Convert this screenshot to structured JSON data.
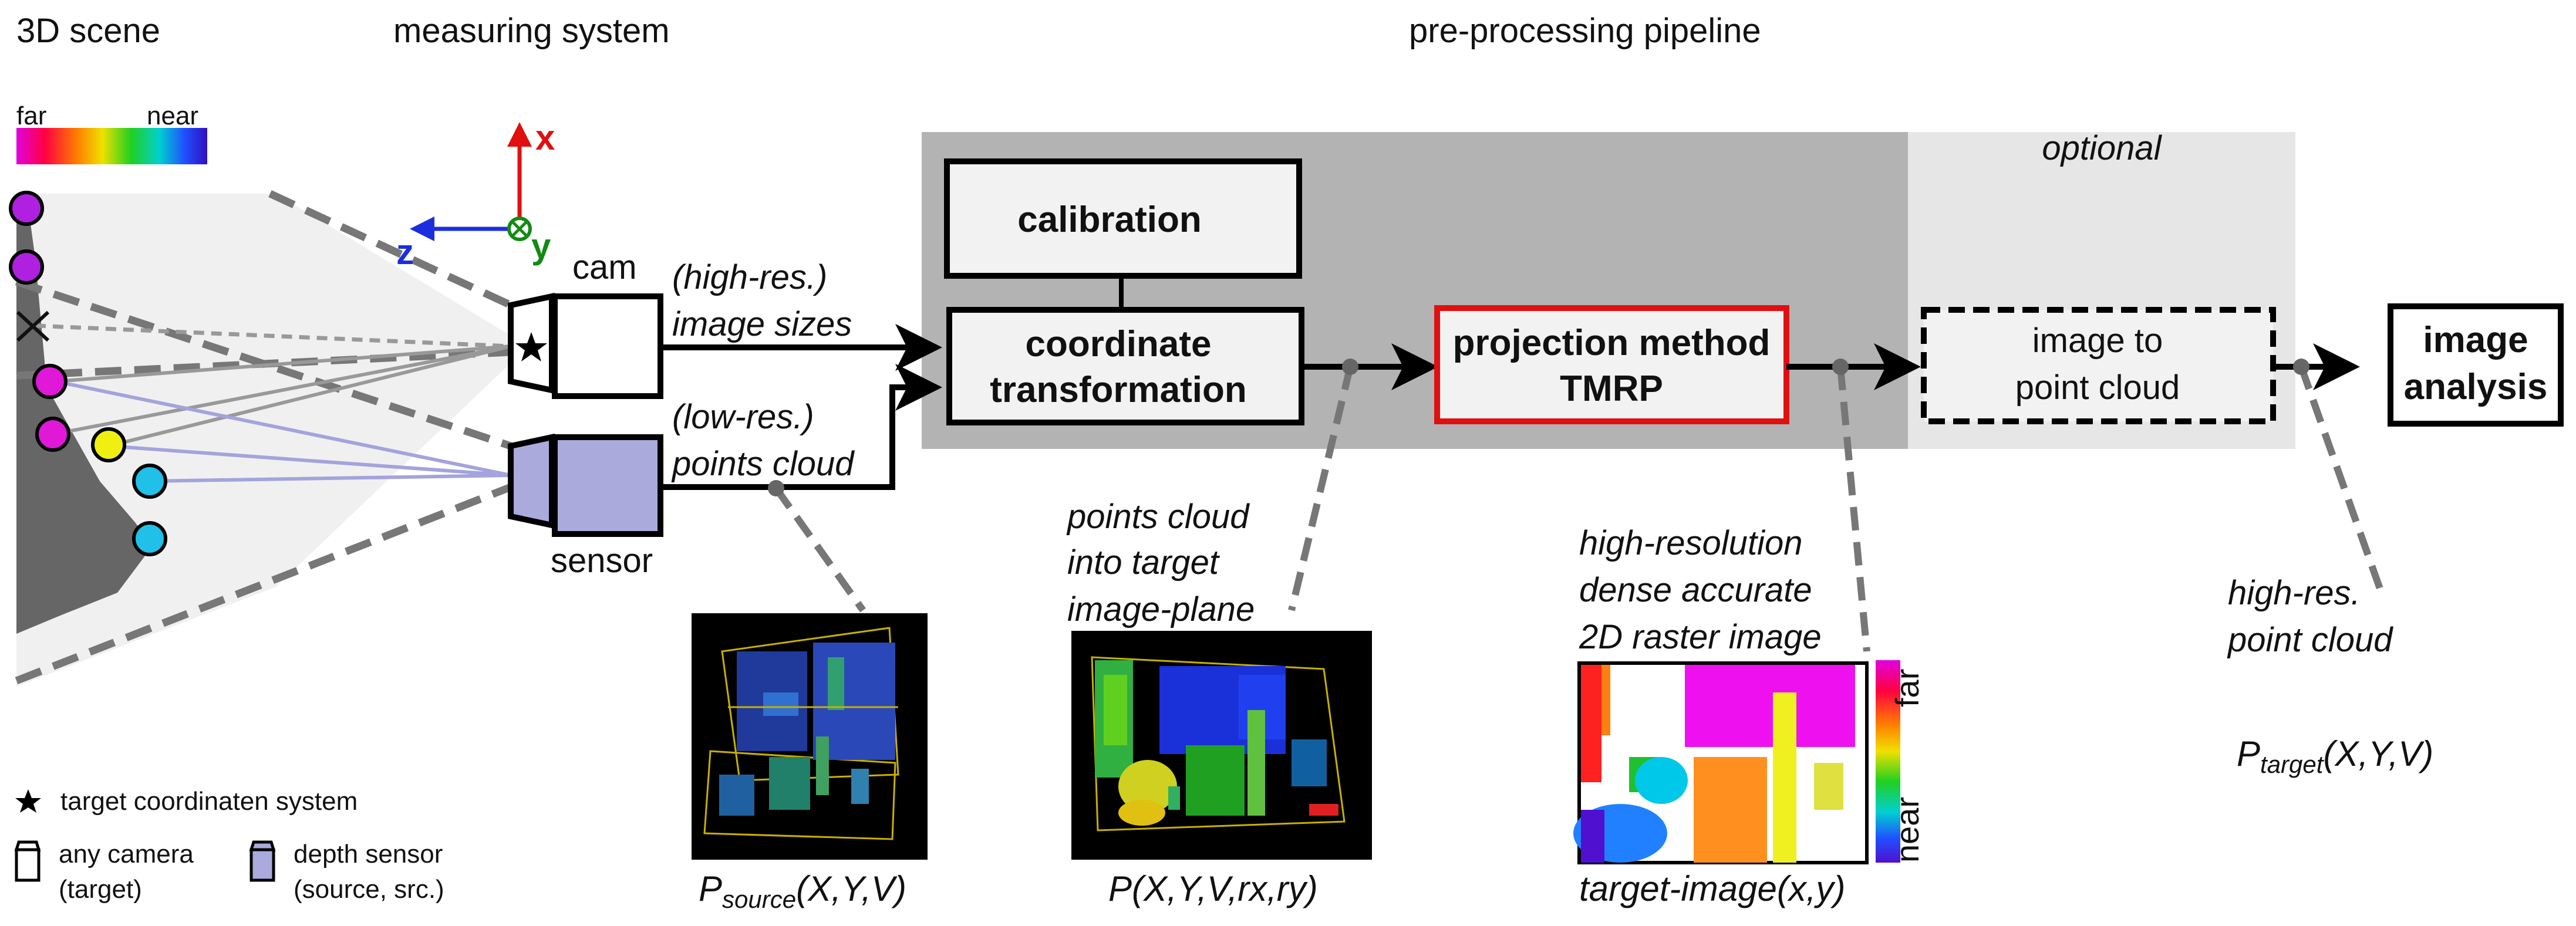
{
  "sections": {
    "scene": "3D scene",
    "measuring": "measuring system",
    "pipeline": "pre-processing pipeline",
    "optional": "optional"
  },
  "depth_bar": {
    "far": "far",
    "near": "near"
  },
  "axes": {
    "x": "x",
    "y": "y",
    "z": "z"
  },
  "devices": {
    "cam": "cam",
    "sensor": "sensor"
  },
  "inputs": {
    "high_res": "(high-res.)",
    "image_sizes": "image sizes",
    "low_res": "(low-res.)",
    "points_cloud": "points cloud"
  },
  "boxes": {
    "calibration": "calibration",
    "coord_1": "coordinate",
    "coord_2": "transformation",
    "proj_1": "projection method",
    "proj_2": "TMRP",
    "img2pc_1": "image to",
    "img2pc_2": "point cloud",
    "analysis_1": "image",
    "analysis_2": "analysis"
  },
  "notes": {
    "into_1": "points cloud",
    "into_2": "into target",
    "into_3": "image-plane",
    "hr_1": "high-resolution",
    "hr_2": "dense accurate",
    "hr_3": "2D raster image",
    "hrpc_1": "high-res.",
    "hrpc_2": "point cloud"
  },
  "captions": {
    "p_source_main": "P",
    "p_source_sub": "source",
    "p_source_args": "(X,Y,V)",
    "p_mid": "P(X,Y,V,rx,ry)",
    "target_image": "target-image(x,y)",
    "p_target_main": "P",
    "p_target_sub": "target",
    "p_target_args": "(X,Y,V)",
    "colorbar_far": "far",
    "colorbar_near": "near"
  },
  "legend": {
    "target_cs": "target coordinaten system",
    "camera_1": "any camera",
    "camera_2": "(target)",
    "sensor_1": "depth sensor",
    "sensor_2": "(source, src.)"
  },
  "colors": {
    "pipeline_bg": "#b3b3b3",
    "optional_bg": "#e6e6e6",
    "highlight": "#e01010",
    "sensor_fill": "#aaaadd",
    "axis_x": "#e01010",
    "axis_y": "#138a13",
    "axis_z": "#1a2ee0"
  }
}
